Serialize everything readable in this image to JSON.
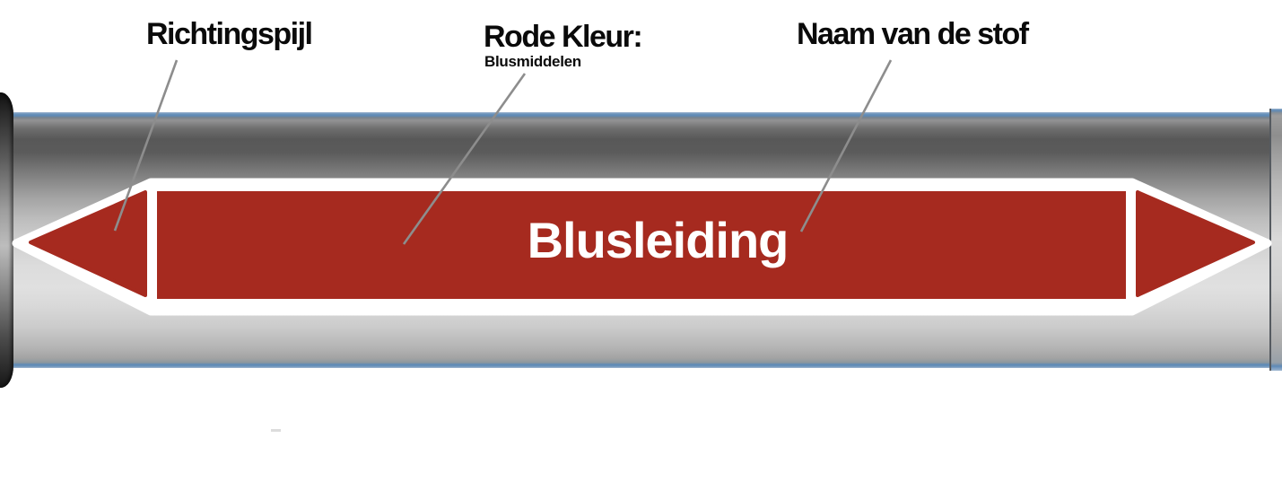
{
  "diagram": {
    "type": "pipe-marking-annotation",
    "marker": {
      "text": "Blusleiding"
    },
    "callouts": [
      {
        "label": "Richtingspijl"
      },
      {
        "label": "Rode Kleur:",
        "sublabel": "Blusmiddelen"
      },
      {
        "label": "Naam van de stof"
      }
    ],
    "colors": {
      "marker_red": "#a62a1f",
      "marker_outline_white": "#ffffff",
      "pipe_edge_blue": "#5d89b6",
      "callout_line": "#8d8d8d",
      "callout_text": "#0a0a0a"
    }
  }
}
